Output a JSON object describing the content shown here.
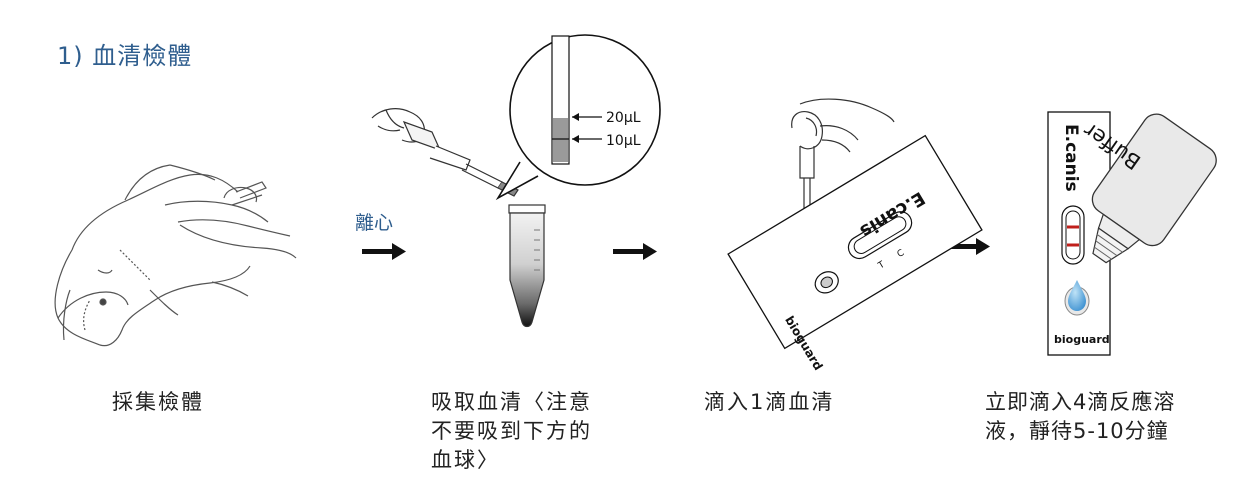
{
  "title": "1)  血清檢體",
  "arrow_label": "離心",
  "magnifier": {
    "mark_upper": "20μL",
    "mark_lower": "10μL"
  },
  "test_strip": {
    "brand": "bioguard",
    "name": "E.canis",
    "marks": [
      "C",
      "T"
    ]
  },
  "buffer_bottle": {
    "label": "Buffer"
  },
  "steps": [
    {
      "caption": "採集檢體"
    },
    {
      "caption": "吸取血清〈注意\n不要吸到下方的\n血球〉"
    },
    {
      "caption": "滴入1滴血清"
    },
    {
      "caption": "立即滴入4滴反應溶\n液，靜待5-10分鐘"
    }
  ]
}
